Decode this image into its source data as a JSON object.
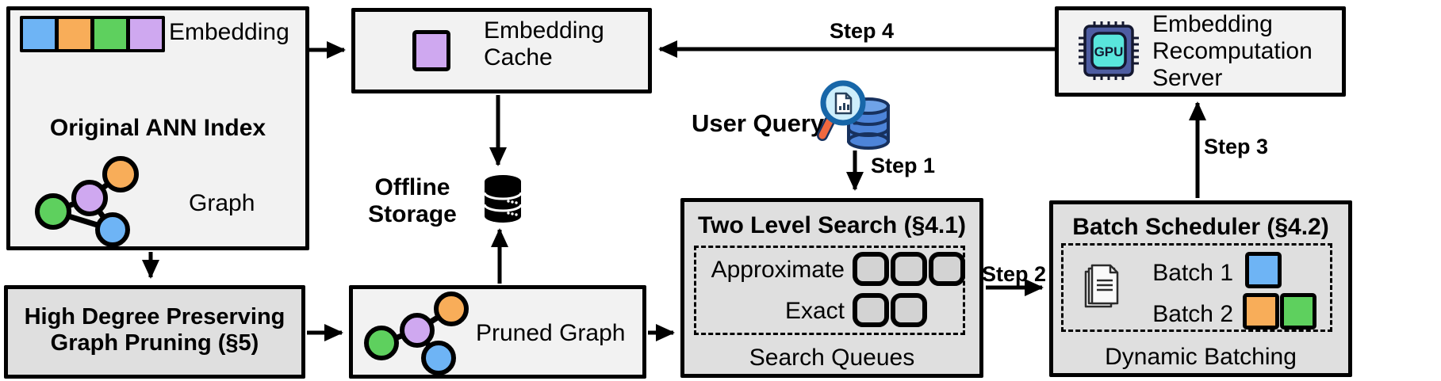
{
  "colors": {
    "box_light": "#f2f2f2",
    "box_shaded": "#dfdfdf",
    "slot_fill": "#d3d3d3",
    "embedding_blue": "#6eb4f5",
    "embedding_orange": "#f8ad59",
    "embedding_green": "#5ed05e",
    "embedding_purple": "#cfa8f0",
    "arrow_black": "#000000"
  },
  "ann_index": {
    "title": "Original ANN Index",
    "embedding_label": "Embedding",
    "graph_label": "Graph"
  },
  "embedding_cache": {
    "label": "Embedding Cache"
  },
  "offline_storage": {
    "label": "Offline Storage"
  },
  "graph_pruning": {
    "title": "High Degree Preserving Graph Pruning (§5)"
  },
  "pruned_graph": {
    "label": "Pruned Graph"
  },
  "user_query": {
    "label": "User Query"
  },
  "two_level_search": {
    "title": "Two Level Search (§4.1)",
    "approximate_label": "Approximate",
    "exact_label": "Exact",
    "footer": "Search Queues"
  },
  "batch_scheduler": {
    "title": "Batch Scheduler (§4.2)",
    "batch1_label": "Batch 1",
    "batch2_label": "Batch 2",
    "footer": "Dynamic Batching"
  },
  "recomputation_server": {
    "label": "Embedding Recomputation Server",
    "chip_label": "GPU"
  },
  "steps": {
    "step1": "Step 1",
    "step2": "Step 2",
    "step3": "Step 3",
    "step4": "Step 4"
  }
}
